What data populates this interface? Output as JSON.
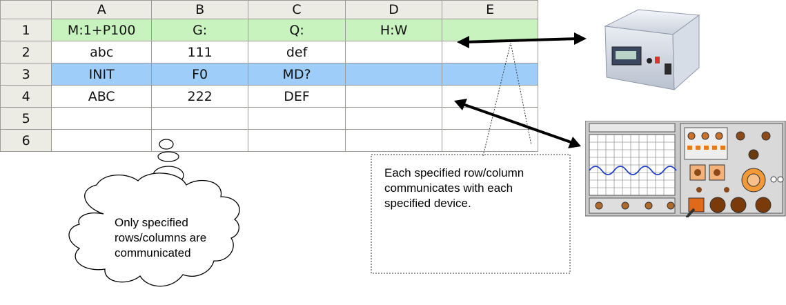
{
  "spreadsheet": {
    "columns": [
      "A",
      "B",
      "C",
      "D",
      "E"
    ],
    "rows": [
      {
        "num": "1",
        "cells": [
          "M:1+P100",
          "G:",
          "Q:",
          "H:W",
          ""
        ]
      },
      {
        "num": "2",
        "cells": [
          "abc",
          "111",
          "def",
          "",
          ""
        ]
      },
      {
        "num": "3",
        "cells": [
          "INIT",
          "F0",
          "MD?",
          "",
          ""
        ]
      },
      {
        "num": "4",
        "cells": [
          "ABC",
          "222",
          "DEF",
          "",
          ""
        ]
      },
      {
        "num": "5",
        "cells": [
          "",
          "",
          "",
          "",
          ""
        ]
      },
      {
        "num": "6",
        "cells": [
          "",
          "",
          "",
          "",
          ""
        ]
      }
    ],
    "highlight_colors": {
      "row_1": "#c8f2be",
      "row_3": "#9dcdf8"
    }
  },
  "annotations": {
    "cloud_text": "Only specified rows/columns are communicated",
    "box_text": "Each specified row/column communicates with each specified device."
  },
  "devices": [
    {
      "name": "controller-device-icon"
    },
    {
      "name": "oscilloscope-device-icon"
    }
  ]
}
